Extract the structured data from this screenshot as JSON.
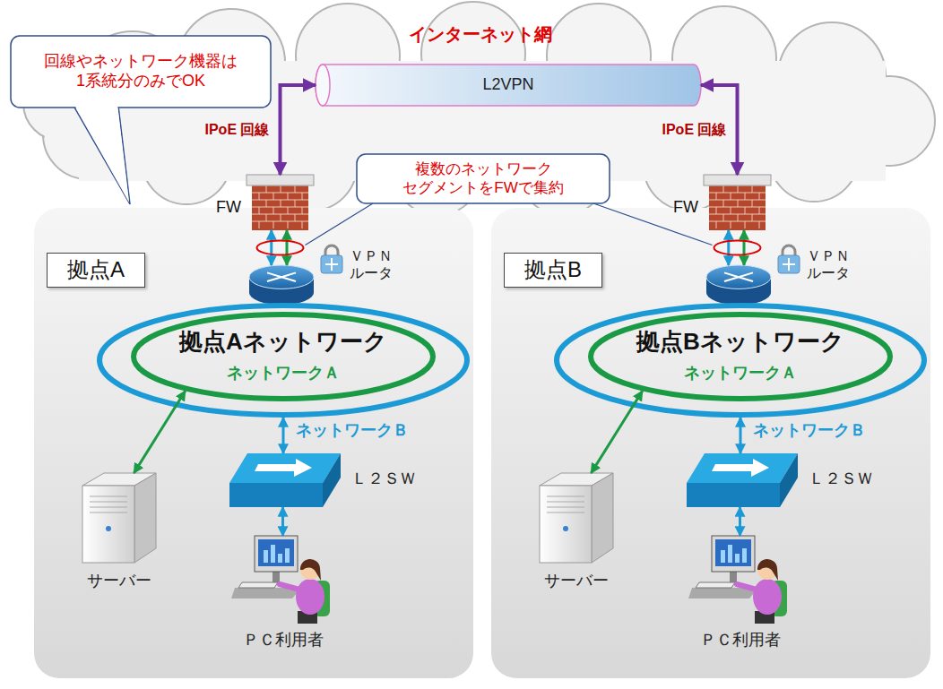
{
  "diagram": {
    "nodes": [
      {
        "text": [
          "インターネット網"
        ]
      },
      {
        "text": [
          "L2VPN"
        ],
        "in": 0
      },
      {
        "text": [
          "回線やネットワーク機器は 1系統分のみでOK"
        ]
      },
      {
        "text": [
          "複数のネットワーク セグメントをFWで集約"
        ]
      },
      {
        "text": [
          "拠点A"
        ]
      },
      {
        "text": [
          "FW"
        ],
        "in": 4
      },
      {
        "text": [
          "ＶＰＮ ルータ"
        ],
        "in": 4
      },
      {
        "text": [
          "ネットワークＢ"
        ],
        "in": 4
      },
      {
        "text": [
          "拠点Aネットワーク",
          "ネットワークＡ"
        ],
        "in": 7
      },
      {
        "text": [
          "サーバー"
        ],
        "in": 4
      },
      {
        "text": [
          "Ｌ２ＳＷ"
        ],
        "in": 4
      },
      {
        "text": [
          "ＰＣ利用者"
        ],
        "in": 4
      },
      {
        "text": [
          "拠点B"
        ]
      },
      {
        "text": [
          "FW"
        ],
        "in": 12
      },
      {
        "text": [
          "ＶＰＮ ルータ"
        ],
        "in": 12
      },
      {
        "text": [
          "ネットワークＢ"
        ],
        "in": 12
      },
      {
        "text": [
          "拠点Bネットワーク",
          "ネットワークＡ"
        ],
        "in": 15
      },
      {
        "text": [
          "サーバー"
        ],
        "in": 12
      },
      {
        "text": [
          "Ｌ２ＳＷ"
        ],
        "in": 12
      },
      {
        "text": [
          "ＰＣ利用者"
        ],
        "in": 12
      }
    ],
    "edges": [
      {
        "from": 1,
        "to": 5,
        "arrow": "both",
        "label": "IPoE 回線"
      },
      {
        "from": 1,
        "to": 13,
        "arrow": "both",
        "label": "IPoE 回線"
      },
      {
        "from": 5,
        "to": 6,
        "arrow": "both"
      },
      {
        "from": 5,
        "to": 6,
        "arrow": "both"
      },
      {
        "from": 8,
        "to": 9,
        "arrow": "both"
      },
      {
        "from": 7,
        "to": 10,
        "arrow": "both"
      },
      {
        "from": 10,
        "to": 11,
        "arrow": "both"
      },
      {
        "from": 13,
        "to": 14,
        "arrow": "both"
      },
      {
        "from": 13,
        "to": 14,
        "arrow": "both"
      },
      {
        "from": 16,
        "to": 17,
        "arrow": "both"
      },
      {
        "from": 15,
        "to": 18,
        "arrow": "both"
      },
      {
        "from": 18,
        "to": 19,
        "arrow": "both"
      }
    ]
  }
}
